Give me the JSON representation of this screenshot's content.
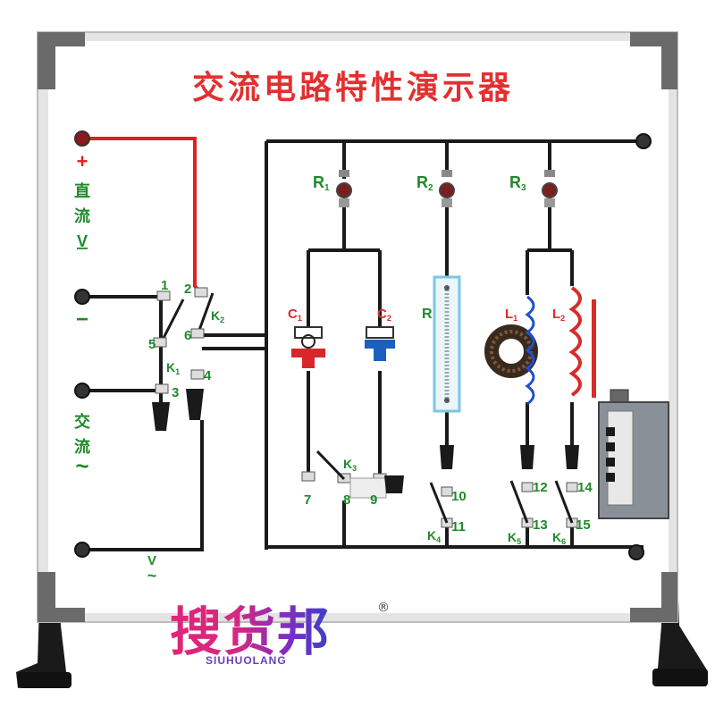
{
  "board": {
    "title": "交流电路特性演示器"
  },
  "labels": {
    "plus": "+",
    "dc1": "直",
    "dc2": "流",
    "dc_v": "V",
    "minus": "−",
    "ac1": "交",
    "ac2": "流",
    "ac_tilde": "~",
    "bottom_v": "V",
    "bottom_tilde": "~",
    "R1": "R",
    "R1_sub": "1",
    "R2": "R",
    "R2_sub": "2",
    "R3": "R",
    "R3_sub": "3",
    "R": "R",
    "C1": "C",
    "C1_sub": "1",
    "C2": "C",
    "C2_sub": "2",
    "L1": "L",
    "L1_sub": "1",
    "L2": "L",
    "L2_sub": "2",
    "K1": "K",
    "K1_sub": "1",
    "K2": "K",
    "K2_sub": "2",
    "K3": "K",
    "K3_sub": "3",
    "K4": "K",
    "K4_sub": "4",
    "K5": "K",
    "K5_sub": "5",
    "K6": "K",
    "K6_sub": "6",
    "n1": "1",
    "n2": "2",
    "n3": "3",
    "n4": "4",
    "n5": "5",
    "n6": "6",
    "n7": "7",
    "n8": "8",
    "n9": "9",
    "n10": "10",
    "n11": "11",
    "n12": "12",
    "n13": "13",
    "n14": "14",
    "n15": "15"
  },
  "watermark": {
    "text": "搜货邦",
    "sub": "SIUHUOLANG",
    "reg": "®"
  },
  "colors": {
    "title_red": "#e23030",
    "label_green": "#1f8a2a",
    "wire": "#1a1a1a",
    "red_wire": "#e02020",
    "frame": "#d8d8d8"
  }
}
